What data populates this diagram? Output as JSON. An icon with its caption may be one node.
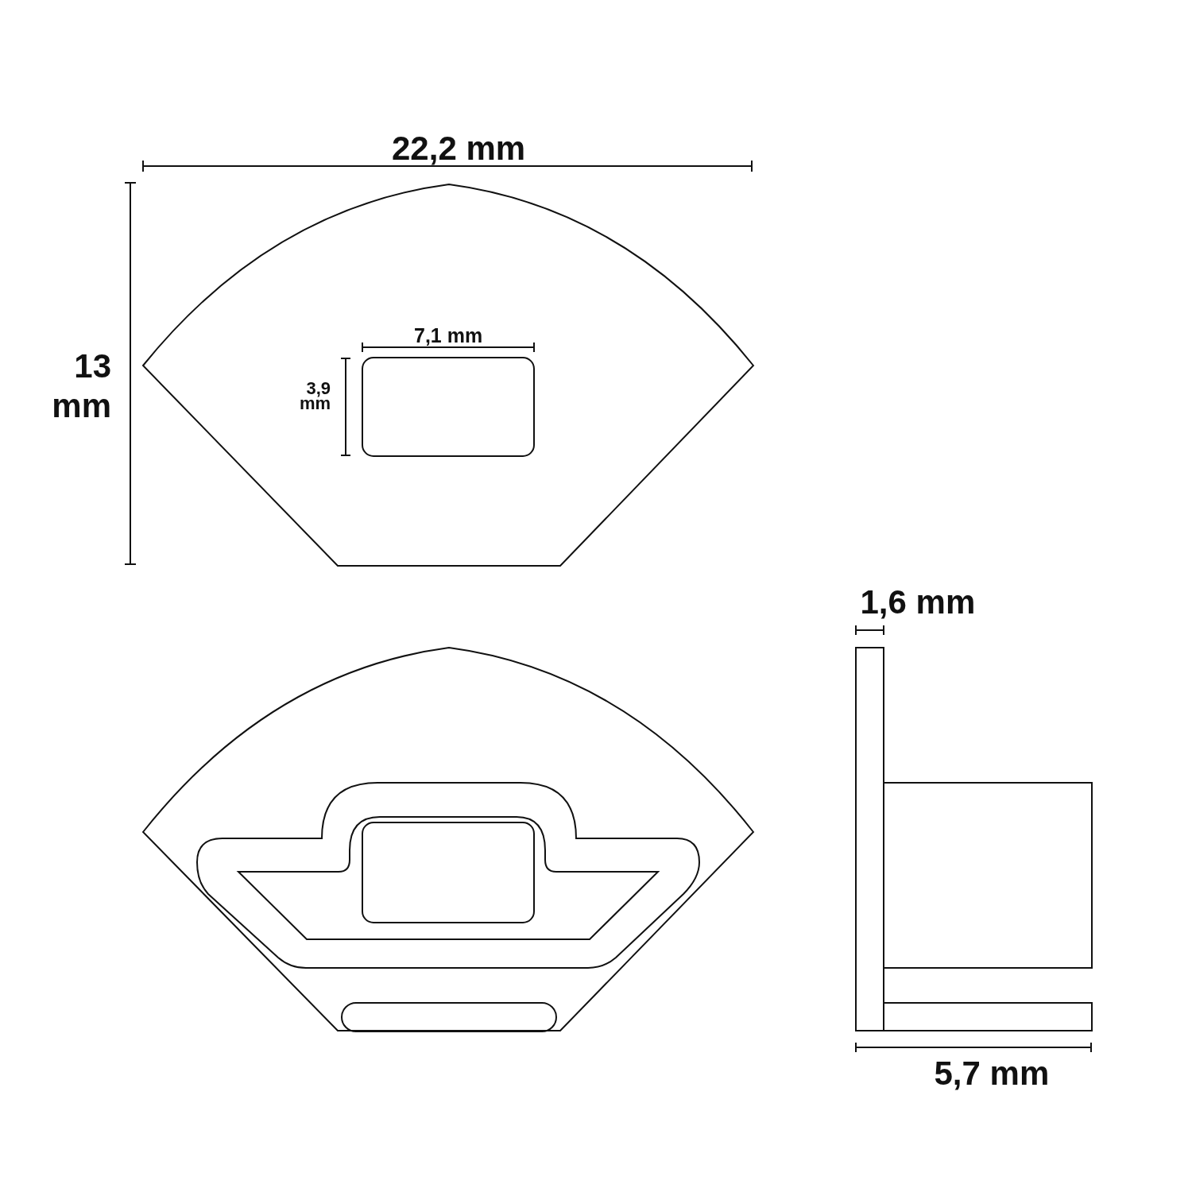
{
  "diagram": {
    "labels": [
      "22,2 mm",
      "13 mm",
      "7,1 mm",
      "3,9 mm",
      "1,6 mm",
      "5,7 mm"
    ]
  }
}
